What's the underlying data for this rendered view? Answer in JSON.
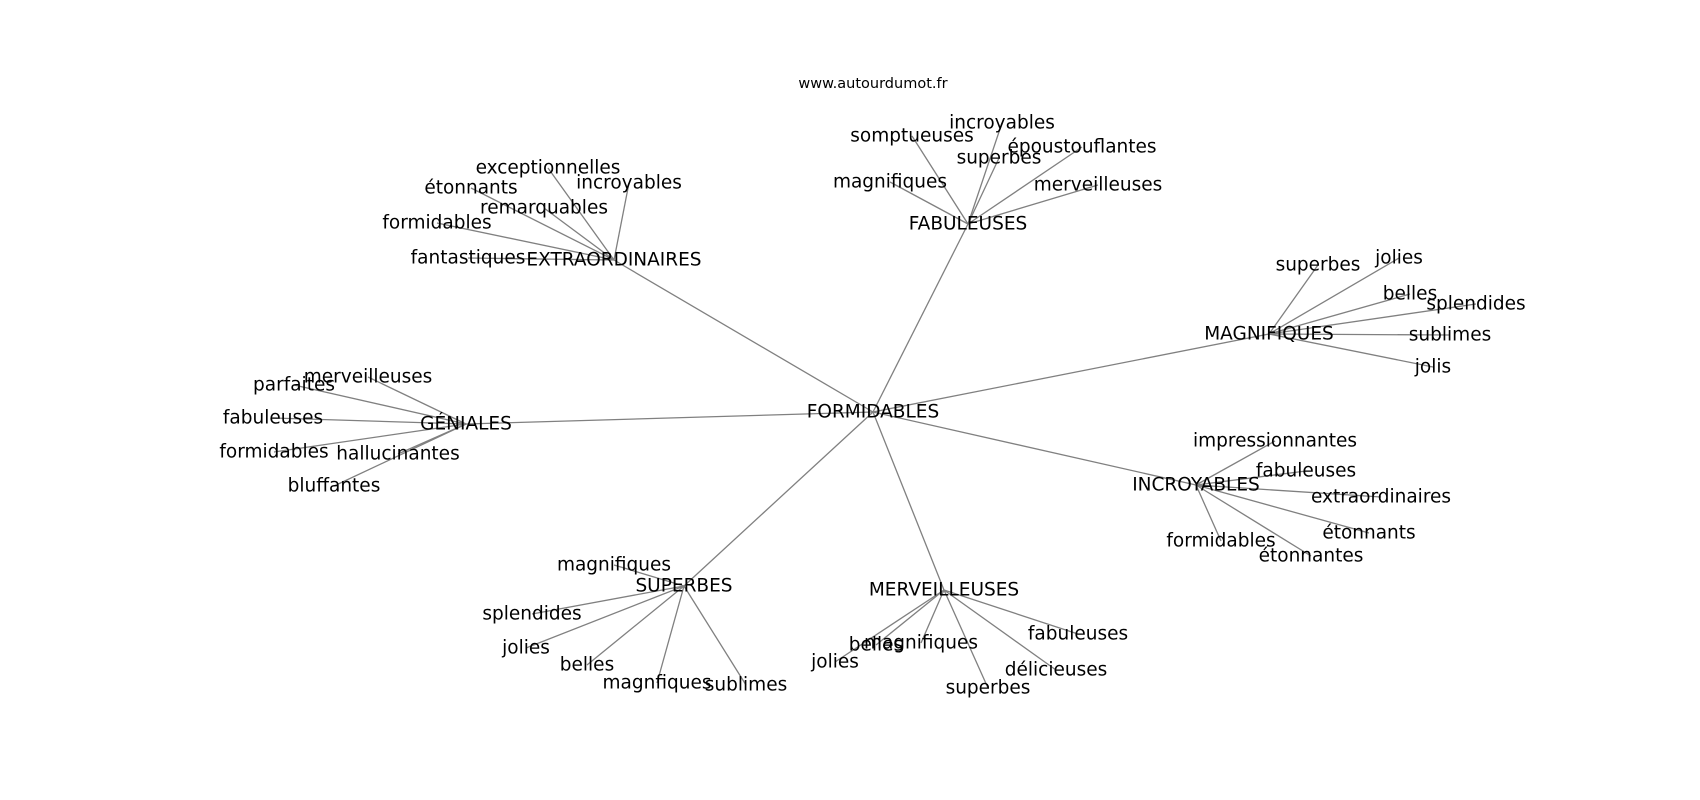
{
  "source_label": "www.autourdumot.fr",
  "colors": {
    "edge": "#808080",
    "text": "#000000",
    "background": "#ffffff"
  },
  "graph": {
    "center": "FORMIDABLES",
    "hubs": [
      {
        "id": "extraordinaires",
        "label": "EXTRAORDINAIRES",
        "leaves": [
          "exceptionnelles",
          "étonnants",
          "incroyables",
          "remarquables",
          "formidables",
          "fantastiques"
        ]
      },
      {
        "id": "fabuleuses",
        "label": "FABULEUSES",
        "leaves": [
          "incroyables",
          "somptueuses",
          "époustouflantes",
          "superbes",
          "magnifiques",
          "merveilleuses"
        ]
      },
      {
        "id": "magnifiques",
        "label": "MAGNIFIQUES",
        "leaves": [
          "superbes",
          "jolies",
          "belles",
          "splendides",
          "sublimes",
          "jolis"
        ]
      },
      {
        "id": "geniales",
        "label": "GÉNIALES",
        "leaves": [
          "merveilleuses",
          "parfaites",
          "fabuleuses",
          "formidables",
          "hallucinantes",
          "bluffantes"
        ]
      },
      {
        "id": "incroyables",
        "label": "INCROYABLES",
        "leaves": [
          "impressionnantes",
          "fabuleuses",
          "extraordinaires",
          "étonnants",
          "formidables",
          "étonnantes"
        ]
      },
      {
        "id": "superbes",
        "label": "SUPERBES",
        "leaves": [
          "magnifiques",
          "splendides",
          "jolies",
          "belles",
          "magnfiques",
          "sublimes"
        ]
      },
      {
        "id": "merveilleuses",
        "label": "MERVEILLEUSES",
        "leaves": [
          "fabuleuses",
          "belles",
          "magnifiques",
          "jolies",
          "délicieuses",
          "superbes"
        ]
      }
    ]
  }
}
